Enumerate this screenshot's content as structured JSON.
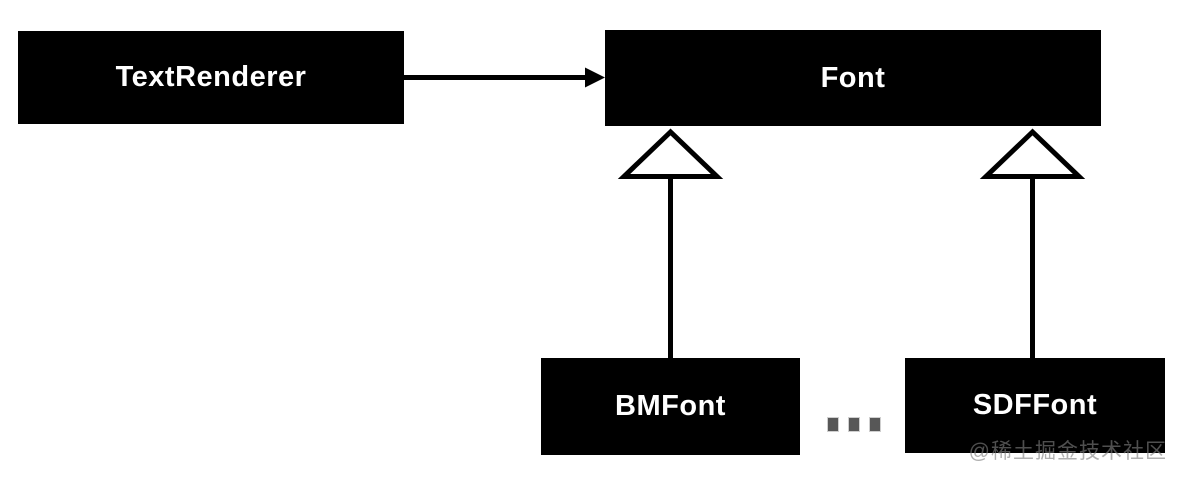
{
  "diagram": {
    "type": "uml-class-inheritance",
    "nodes": {
      "textRenderer": {
        "label": "TextRenderer"
      },
      "font": {
        "label": "Font"
      },
      "bmFont": {
        "label": "BMFont"
      },
      "sdfFont": {
        "label": "SDFFont"
      }
    },
    "edges": [
      {
        "from": "TextRenderer",
        "to": "Font",
        "type": "association-arrow"
      },
      {
        "from": "BMFont",
        "to": "Font",
        "type": "inheritance"
      },
      {
        "from": "SDFFont",
        "to": "Font",
        "type": "inheritance"
      }
    ],
    "ellipsis_between": [
      "BMFont",
      "SDFFont"
    ]
  },
  "watermark": {
    "text": "@稀土掘金技术社区"
  },
  "colors": {
    "background": "#ffffff",
    "node_fill": "#000000",
    "node_text": "#ffffff",
    "connector": "#000000",
    "ellipsis_dots": "#575757",
    "watermark_text": "#9b9b9b"
  }
}
